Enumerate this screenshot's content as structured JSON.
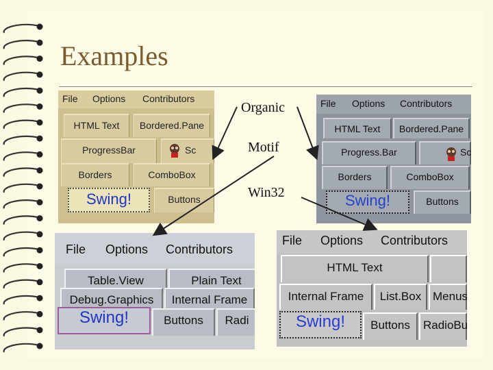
{
  "slide": {
    "title": "Examples",
    "labels": {
      "organic": "Organic",
      "motif": "Motif",
      "win32": "Win32"
    }
  },
  "organic": {
    "menus": [
      "File",
      "Options",
      "Contributors"
    ],
    "tabs": [
      "HTML Text",
      "Bordered.Pane",
      "ProgressBar",
      "Sc",
      "Borders",
      "ComboBox",
      "Swing!",
      "Buttons"
    ]
  },
  "motif": {
    "menus": [
      "File",
      "Options",
      "Contributors"
    ],
    "tabs": [
      "HTML Text",
      "Bordered.Pane",
      "Progress.Bar",
      "Sc",
      "Borders",
      "ComboBox",
      "Swing!",
      "Buttons"
    ]
  },
  "metal": {
    "menus": [
      "File",
      "Options",
      "Contributors"
    ],
    "tabs": [
      "Table.View",
      "Plain Text",
      "Debug.Graphics",
      "Internal Frame",
      "Swing!",
      "Buttons",
      "Radi"
    ]
  },
  "win32": {
    "menus": [
      "File",
      "Options",
      "Contributors"
    ],
    "tabs": [
      "HTML Text",
      "Internal Frame",
      "List.Box",
      "Menus",
      "Swing!",
      "Buttons",
      "RadioBu"
    ]
  },
  "colors": {
    "title": "#7a5a2e",
    "swing_text": "#1e38c6",
    "background": "#fbf9e2"
  }
}
